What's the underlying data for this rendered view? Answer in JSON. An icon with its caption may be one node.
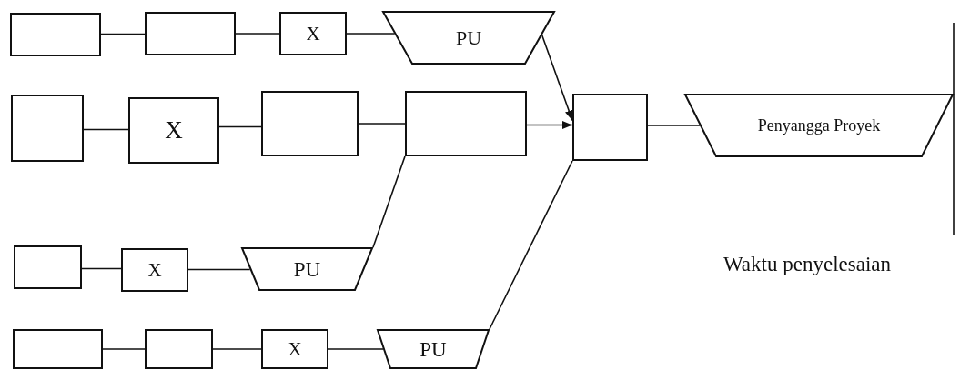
{
  "diagram": {
    "nodes": [
      {
        "text": [],
        "shape": "box"
      },
      {
        "text": [],
        "shape": "box"
      },
      {
        "text": [
          "X"
        ]
      },
      {
        "text": [
          "PU"
        ]
      },
      {
        "text": [],
        "shape": "box"
      },
      {
        "text": [
          "X"
        ]
      },
      {
        "text": [],
        "shape": "box"
      },
      {
        "text": [],
        "shape": "box"
      },
      {
        "text": [],
        "shape": "box"
      },
      {
        "text": [
          "Penyangga Proyek"
        ]
      },
      {
        "text": [],
        "shape": "box"
      },
      {
        "text": [
          "X"
        ]
      },
      {
        "text": [
          "PU"
        ]
      },
      {
        "text": [],
        "shape": "box"
      },
      {
        "text": [],
        "shape": "box"
      },
      {
        "text": [
          "X"
        ]
      },
      {
        "text": [
          "PU"
        ]
      }
    ],
    "edges": [
      {
        "from": 0,
        "to": 1,
        "arrow": "none"
      },
      {
        "from": 1,
        "to": 2,
        "arrow": "none"
      },
      {
        "from": 2,
        "to": 3,
        "arrow": "none"
      },
      {
        "from": 3,
        "to": 8,
        "arrow": "to"
      },
      {
        "from": 4,
        "to": 5,
        "arrow": "none"
      },
      {
        "from": 5,
        "to": 6,
        "arrow": "none"
      },
      {
        "from": 6,
        "to": 7,
        "arrow": "none"
      },
      {
        "from": 7,
        "to": 8,
        "arrow": "to"
      },
      {
        "from": 8,
        "to": 9,
        "arrow": "none"
      },
      {
        "from": 10,
        "to": 11,
        "arrow": "none"
      },
      {
        "from": 11,
        "to": 12,
        "arrow": "none"
      },
      {
        "from": 12,
        "to": 7,
        "arrow": "none"
      },
      {
        "from": 13,
        "to": 14,
        "arrow": "none"
      },
      {
        "from": 14,
        "to": 15,
        "arrow": "none"
      },
      {
        "from": 15,
        "to": 16,
        "arrow": "none"
      },
      {
        "from": 16,
        "to": 8,
        "arrow": "none"
      }
    ],
    "labels": [
      "Waktu penyelesaian"
    ]
  }
}
